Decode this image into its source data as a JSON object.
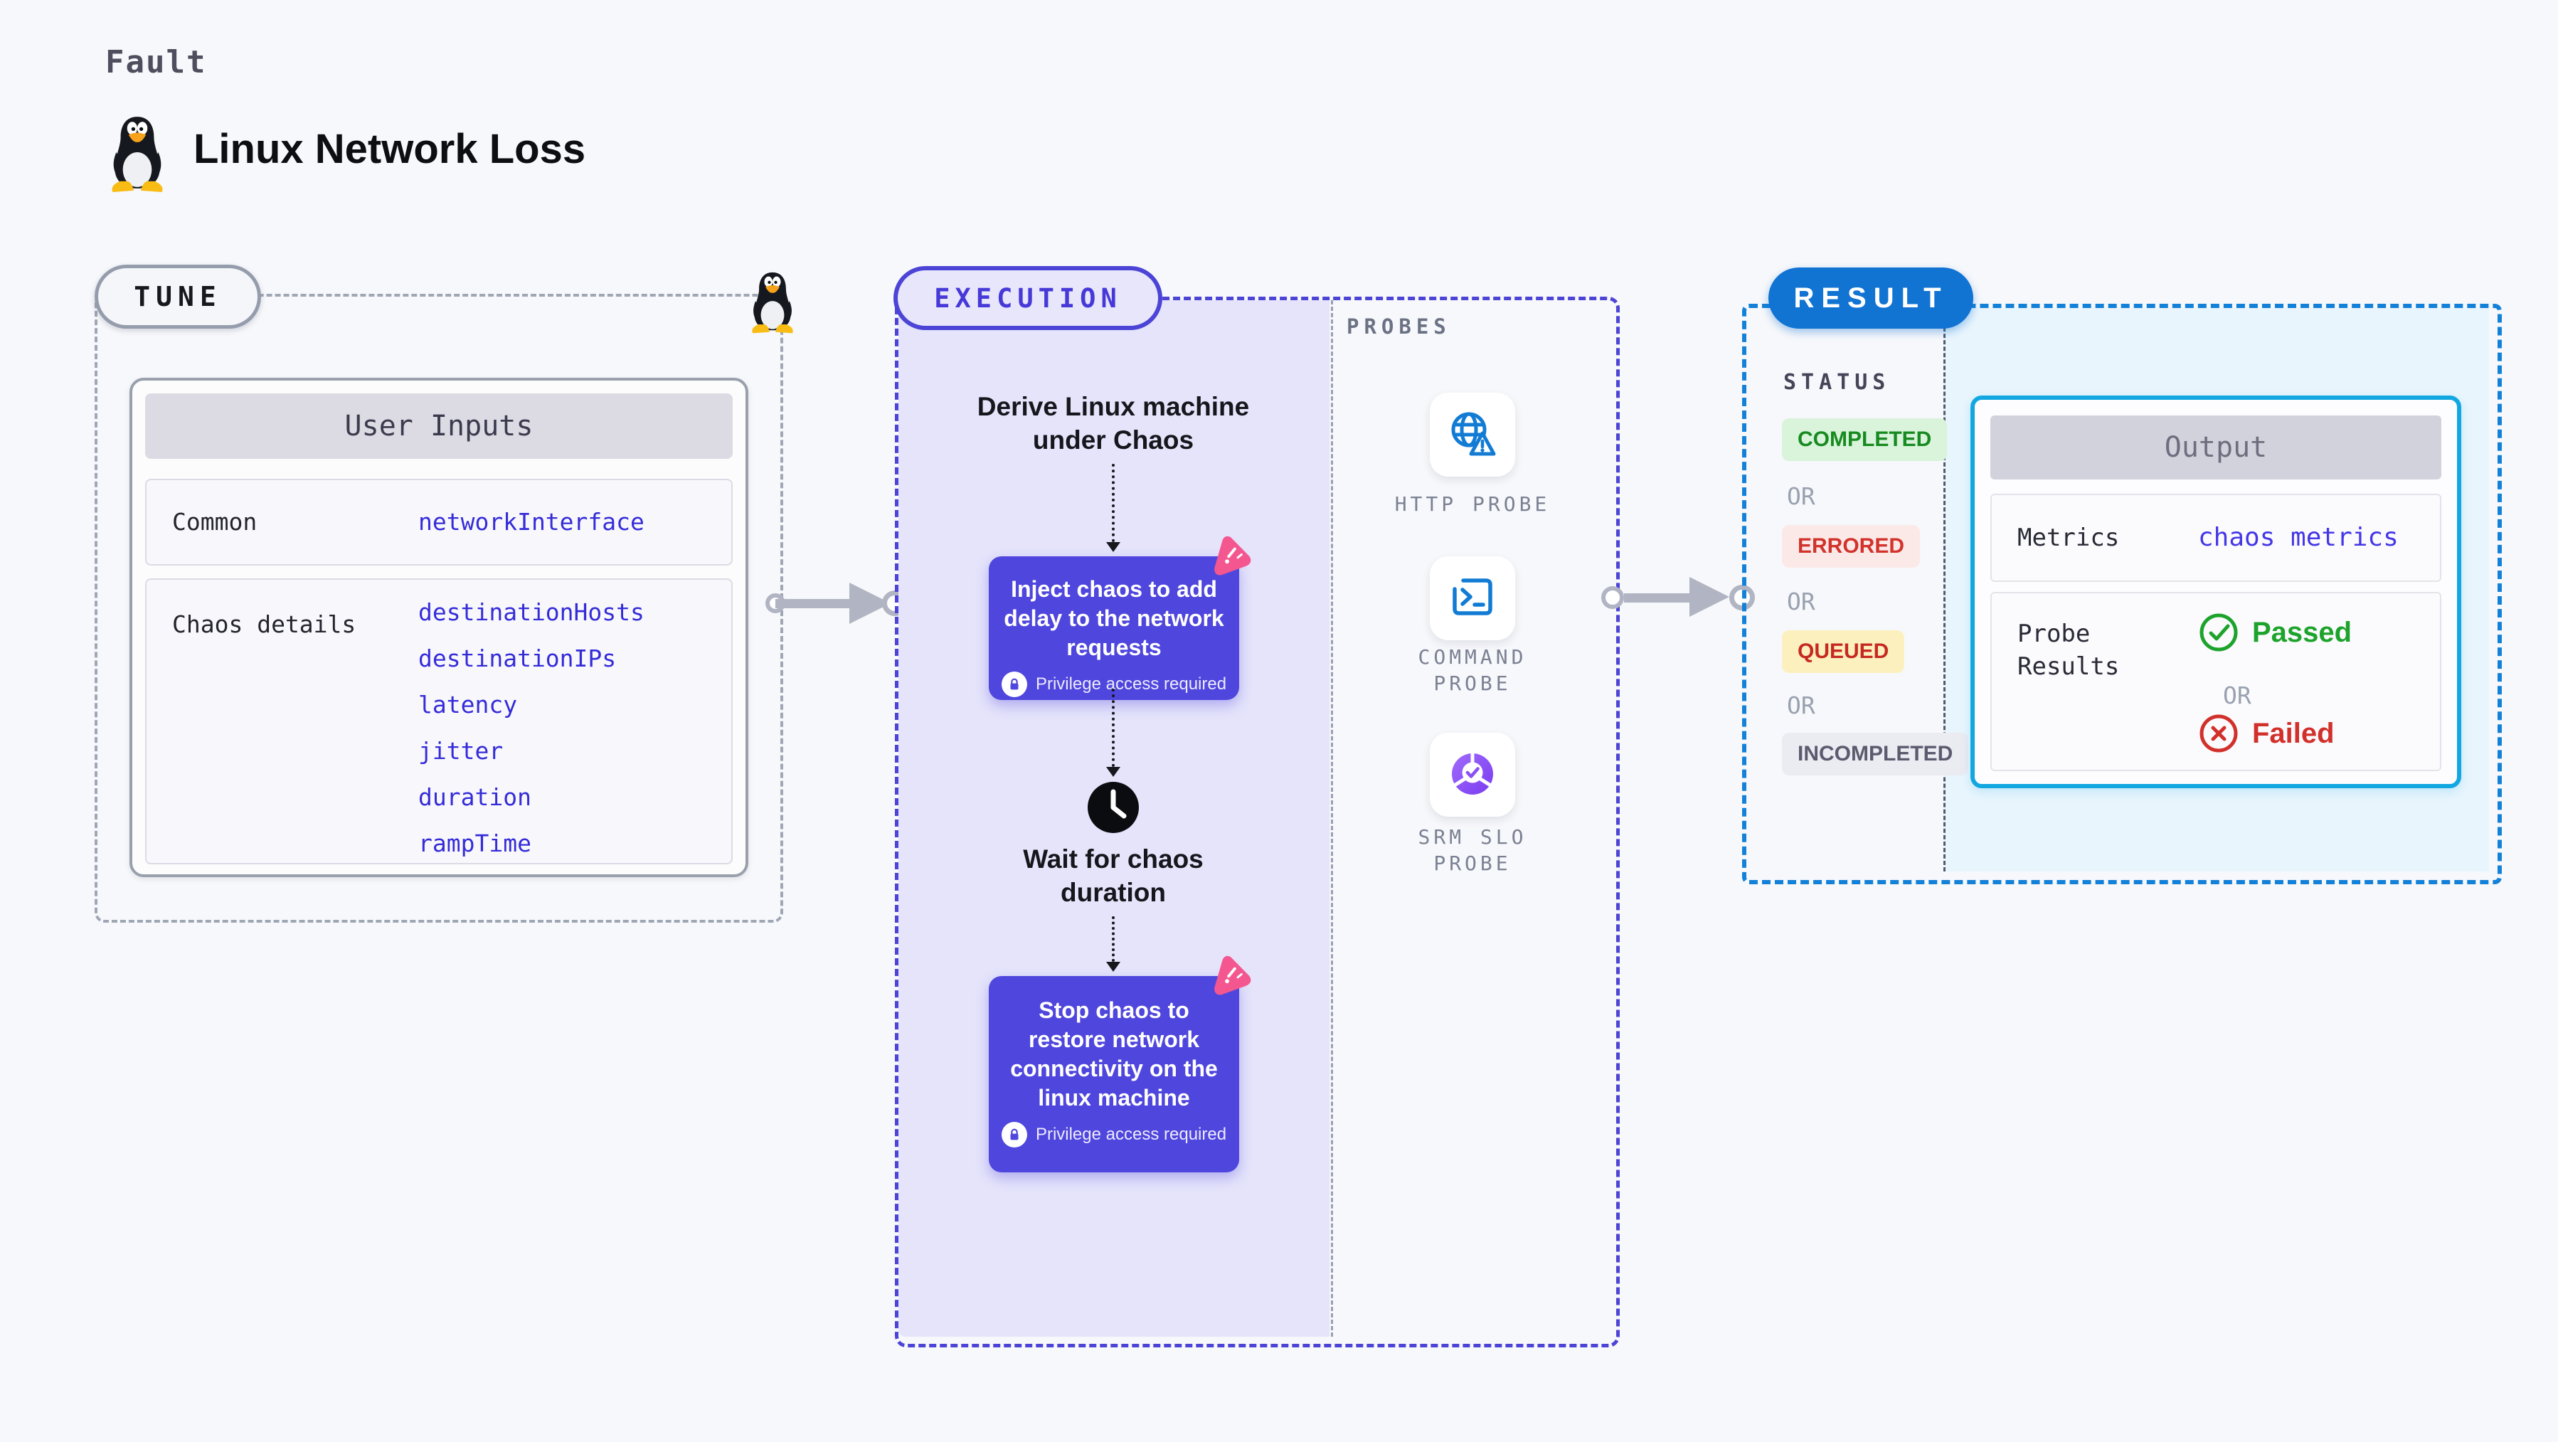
{
  "header": {
    "kicker": "Fault",
    "title": "Linux Network Loss"
  },
  "tune": {
    "badge": "TUNE",
    "table": {
      "title": "User Inputs",
      "rows": [
        {
          "label": "Common",
          "values": [
            "networkInterface"
          ]
        },
        {
          "label": "Chaos details",
          "values": [
            "destinationHosts",
            "destinationIPs",
            "latency",
            "jitter",
            "duration",
            "rampTime"
          ]
        }
      ]
    }
  },
  "execution": {
    "badge": "EXECUTION",
    "steps": {
      "derive": "Derive Linux machine under Chaos",
      "inject": "Inject chaos to add delay to the network requests",
      "wait": "Wait for chaos duration",
      "stop": "Stop chaos to restore network connectivity on the linux machine"
    },
    "privilege_note": "Privilege access required"
  },
  "probes": {
    "label": "PROBES",
    "items": [
      {
        "name": "HTTP PROBE",
        "icon": "globe-warning-icon"
      },
      {
        "name": "COMMAND PROBE",
        "icon": "terminal-icon"
      },
      {
        "name": "SRM SLO PROBE",
        "icon": "slo-donut-check-icon"
      }
    ]
  },
  "result": {
    "badge": "RESULT",
    "status_label": "STATUS",
    "or_label": "OR",
    "statuses": [
      {
        "label": "COMPLETED",
        "text_color": "#178a20",
        "bg_color": "#d9f4db"
      },
      {
        "label": "ERRORED",
        "text_color": "#d2332b",
        "bg_color": "#fbe9e8"
      },
      {
        "label": "QUEUED",
        "text_color": "#c6291f",
        "bg_color": "#fdf0bf"
      },
      {
        "label": "INCOMPLETED",
        "text_color": "#5b5b70",
        "bg_color": "#ebebf2"
      }
    ],
    "output": {
      "title": "Output",
      "metrics_label": "Metrics",
      "metrics_value": "chaos metrics",
      "probe_results_label": "Probe Results",
      "passed": "Passed",
      "or_label": "OR",
      "failed": "Failed"
    }
  },
  "colors": {
    "background": "#f7f8fb",
    "execution_accent": "#4c44d6",
    "execution_fill": "#e5e4fb",
    "chaos_node": "#4f46dd",
    "fault_pink": "#f4578f",
    "result_accent": "#1173d2",
    "result_fill": "#e8f5fd",
    "output_border": "#13a7e1",
    "value_blue": "#352cd8",
    "passed_green": "#1da32b",
    "failed_red": "#d2302a",
    "arrow_gray": "#b1b4c2"
  }
}
